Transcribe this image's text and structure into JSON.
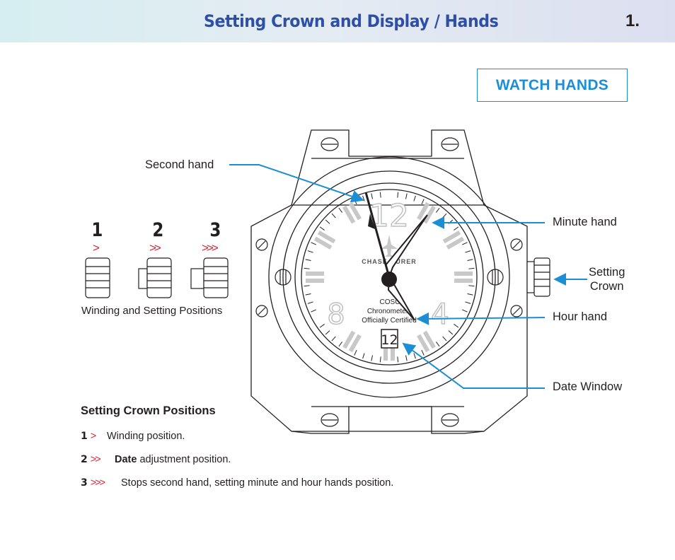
{
  "header": {
    "title": "Setting Crown and Display / Hands",
    "page_number": "1."
  },
  "section": {
    "title": "WATCH HANDS"
  },
  "callouts": {
    "second_hand": "Second hand",
    "minute_hand": "Minute hand",
    "setting_crown_line1": "Setting",
    "setting_crown_line2": "Crown",
    "hour_hand": "Hour hand",
    "date_window": "Date Window"
  },
  "crown_positions": {
    "numbers": [
      "1",
      "2",
      "3"
    ],
    "arrows": [
      ">",
      ">>",
      ">>>"
    ],
    "caption": "Winding and Setting Positions"
  },
  "dial": {
    "numerals": {
      "twelve": "12",
      "eight": "8",
      "four": "4"
    },
    "brand": "CHASE-DURER",
    "cert_line1": "COSC",
    "cert_line2": "Chronometer",
    "cert_line3": "Officially Certified",
    "date_value": "12"
  },
  "positions_list": {
    "title": "Setting Crown Positions",
    "items": [
      {
        "num": "1",
        "arrow": ">",
        "bold": "",
        "text": "Winding position."
      },
      {
        "num": "2",
        "arrow": ">>",
        "bold": "Date",
        "text": " adjustment position."
      },
      {
        "num": "3",
        "arrow": ">>>",
        "bold": "",
        "text": "Stops second hand, setting minute and hour hands position."
      }
    ]
  },
  "colors": {
    "header_title": "#2e4fa8",
    "accent_blue": "#1a8fd6",
    "arrow_red": "#e02433",
    "index_gray": "#c8c8c8"
  }
}
